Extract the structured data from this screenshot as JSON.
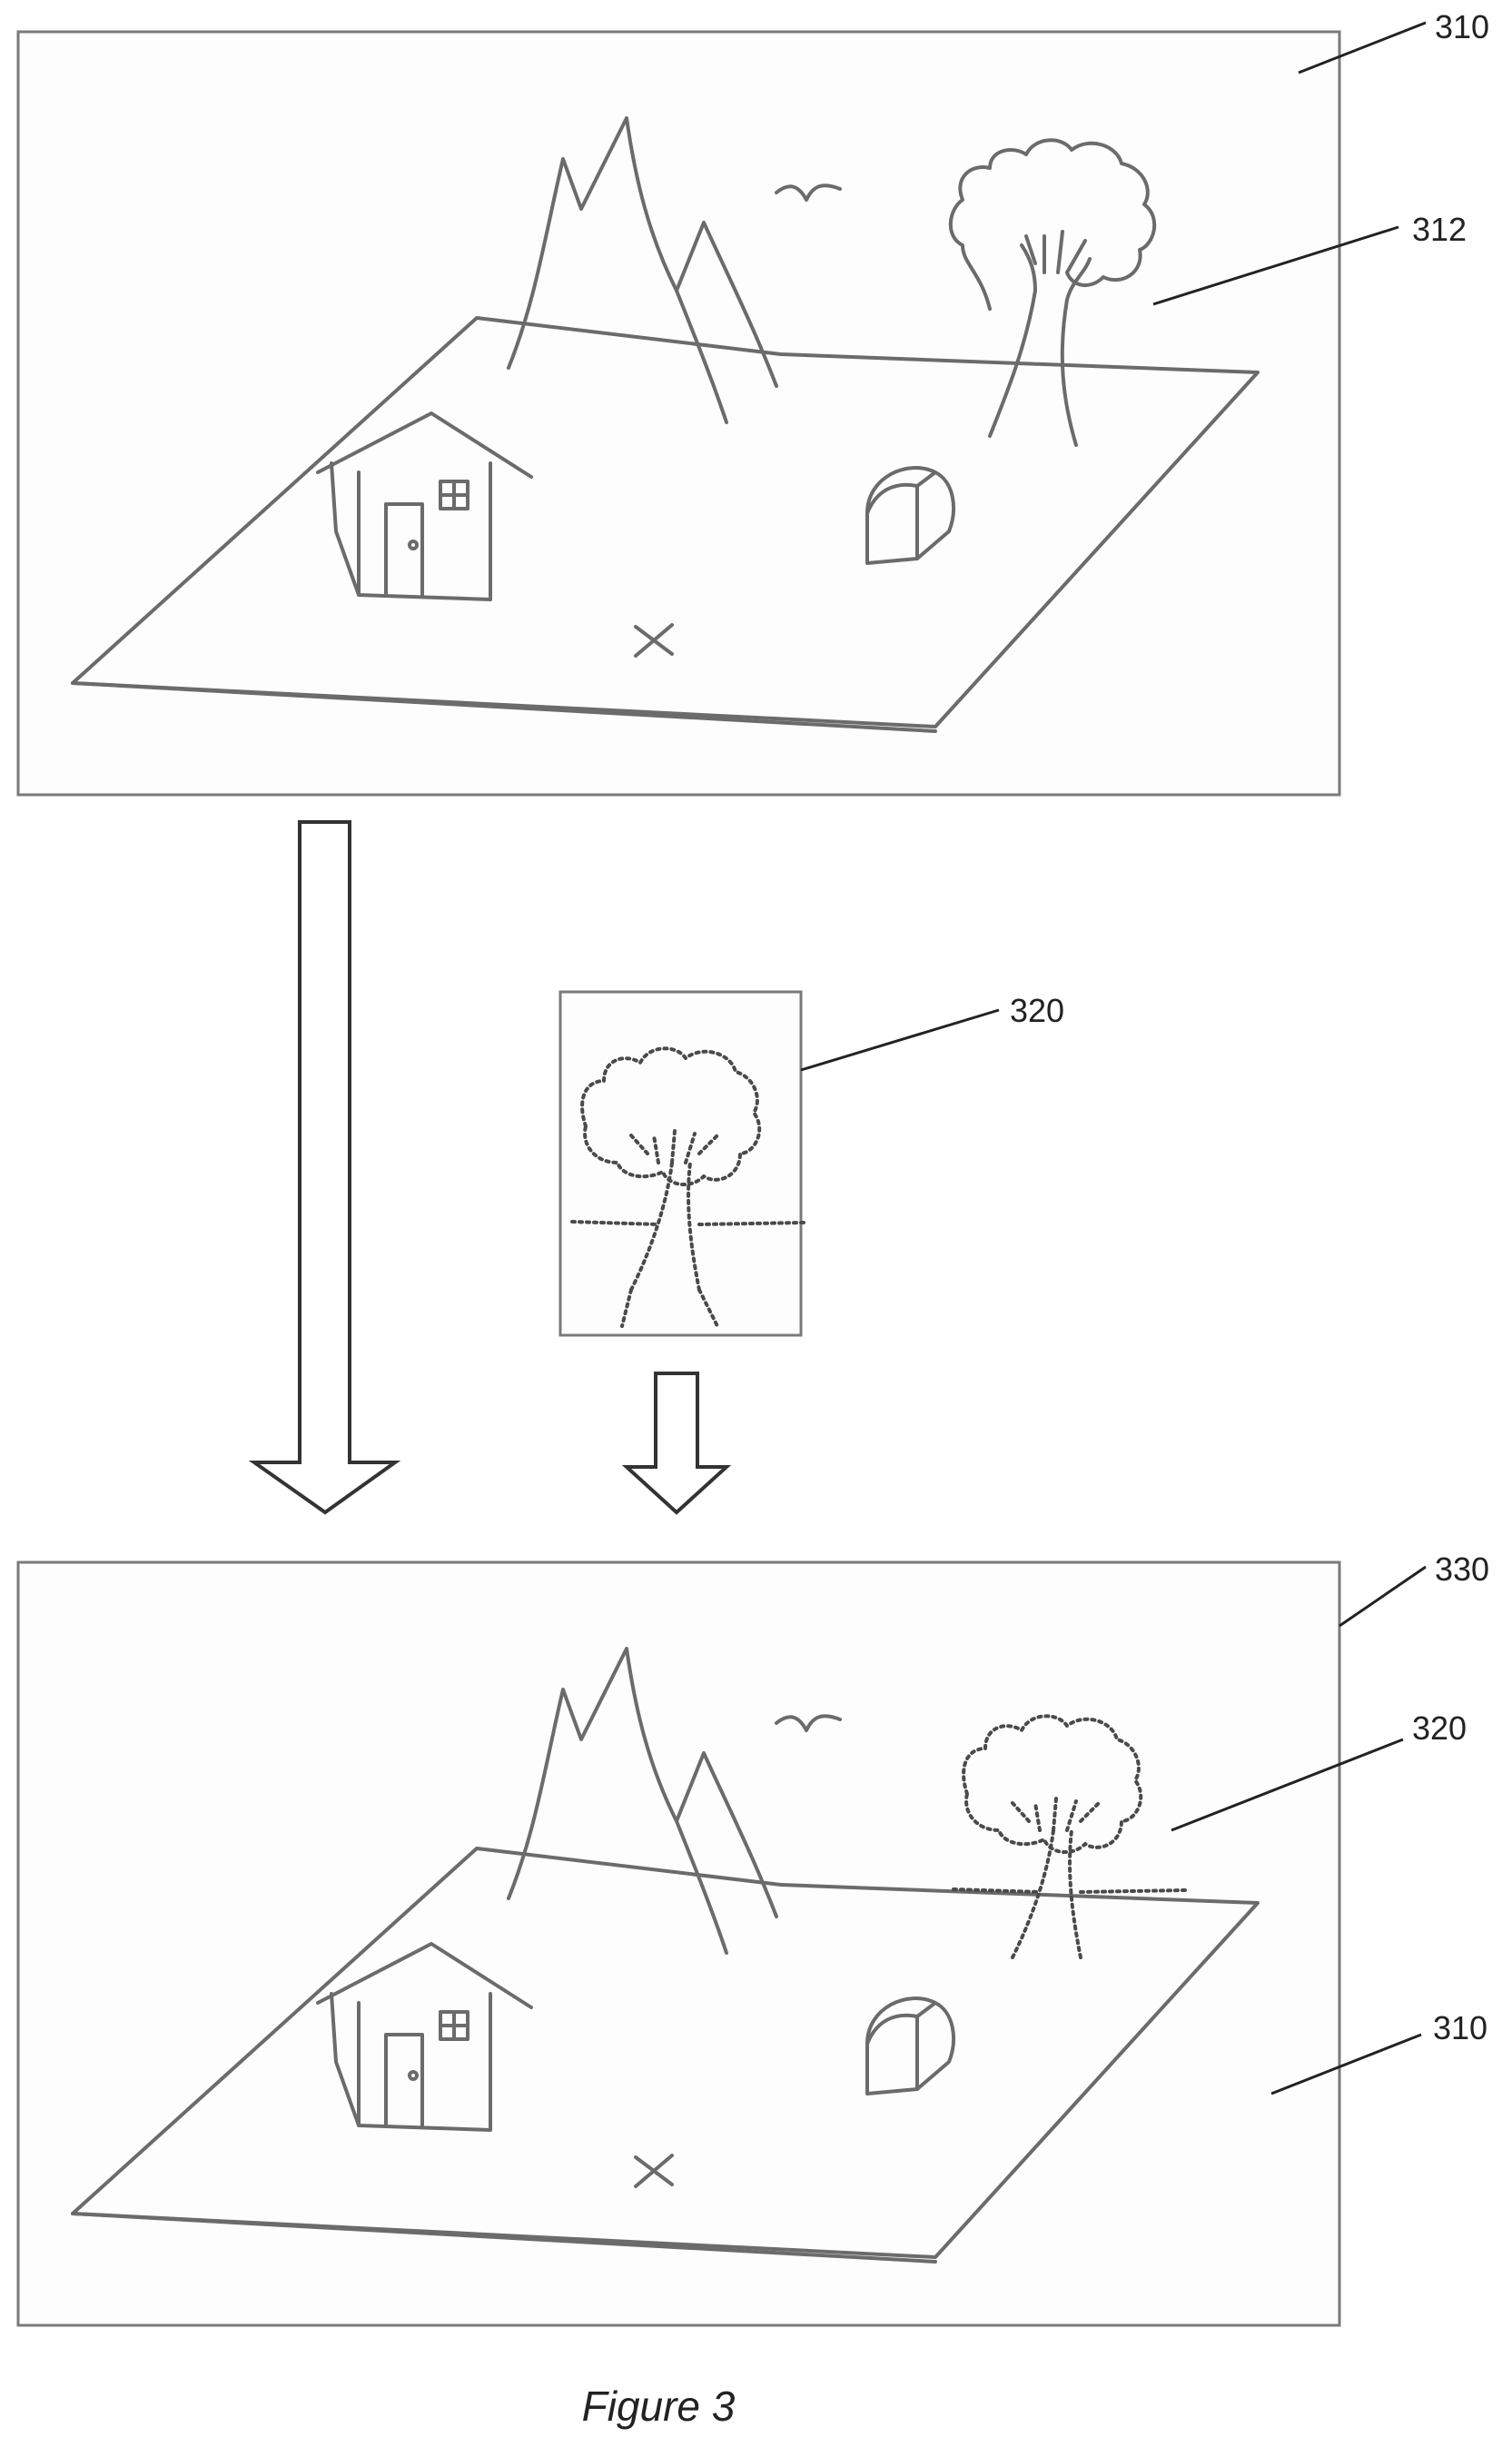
{
  "figure": {
    "caption": "Figure 3",
    "labels": {
      "top_scene": "310",
      "top_tree": "312",
      "patch_image": "320",
      "result_image": "330",
      "result_tree": "320",
      "result_scene": "310"
    }
  }
}
